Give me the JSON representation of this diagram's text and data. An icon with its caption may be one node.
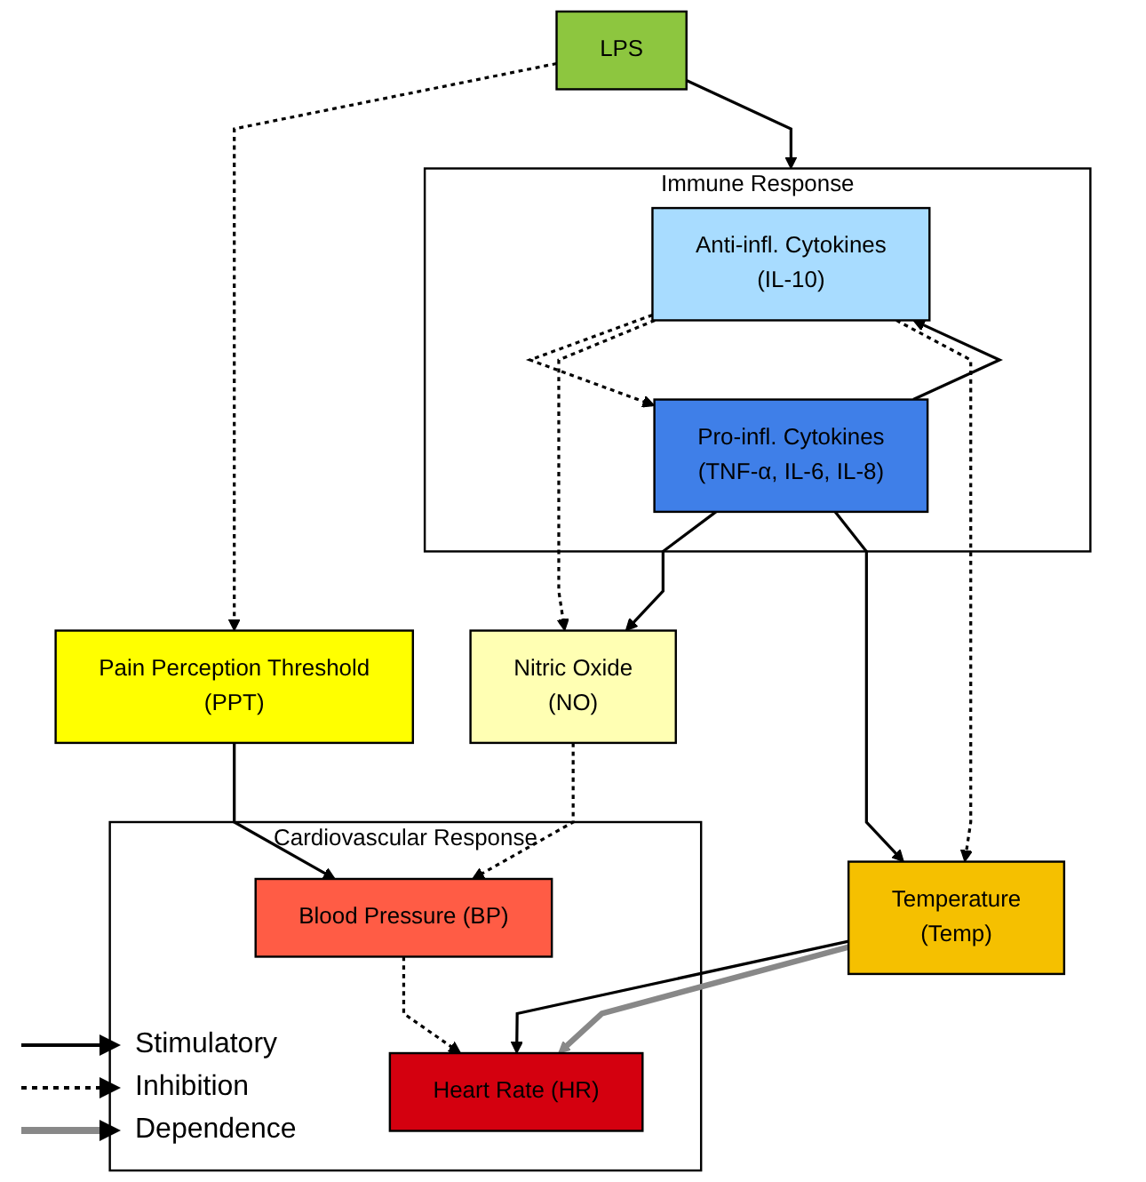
{
  "diagram": {
    "nodes": [
      {
        "text": [
          "LPS"
        ]
      },
      {
        "text": [
          "Pain Perception Threshold",
          "(PPT)"
        ]
      },
      {
        "text": [
          "Immune Response"
        ]
      },
      {
        "text": [
          "Anti-infl. Cytokines",
          "(IL-10)"
        ],
        "in": 2
      },
      {
        "text": [
          "Pro-infl. Cytokines",
          "(TNF-α, IL-6, IL-8)"
        ],
        "in": 2
      },
      {
        "text": [
          "Nitric Oxide",
          "(NO)"
        ]
      },
      {
        "text": [
          "Temperature",
          "(Temp)"
        ]
      },
      {
        "text": [
          "Cardiovascular Response"
        ]
      },
      {
        "text": [
          "Blood Pressure (BP)"
        ],
        "in": 7
      },
      {
        "text": [
          "Heart Rate (HR)"
        ],
        "in": 7
      }
    ],
    "edges": [
      {
        "from": 0,
        "to": 1,
        "arrow": "to",
        "style": "dashed"
      },
      {
        "from": 0,
        "to": 2,
        "arrow": "to"
      },
      {
        "from": 4,
        "to": 3,
        "arrow": "to"
      },
      {
        "from": 3,
        "to": 4,
        "arrow": "to",
        "style": "dashed"
      },
      {
        "from": 3,
        "to": 5,
        "arrow": "to",
        "style": "dashed"
      },
      {
        "from": 3,
        "to": 6,
        "arrow": "to",
        "style": "dashed"
      },
      {
        "from": 4,
        "to": 5,
        "arrow": "to"
      },
      {
        "from": 4,
        "to": 6,
        "arrow": "to"
      },
      {
        "from": 1,
        "to": 8,
        "arrow": "to"
      },
      {
        "from": 5,
        "to": 8,
        "arrow": "to",
        "style": "dashed"
      },
      {
        "from": 6,
        "to": 9,
        "arrow": "to"
      },
      {
        "from": 6,
        "to": 9,
        "arrow": "to",
        "style": "thick",
        "color": "#888888"
      },
      {
        "from": 8,
        "to": 9,
        "arrow": "to",
        "style": "dashed"
      }
    ],
    "legend": [
      {
        "text": "Stimulatory"
      },
      {
        "text": "Inhibition"
      },
      {
        "text": "Dependence"
      }
    ]
  }
}
